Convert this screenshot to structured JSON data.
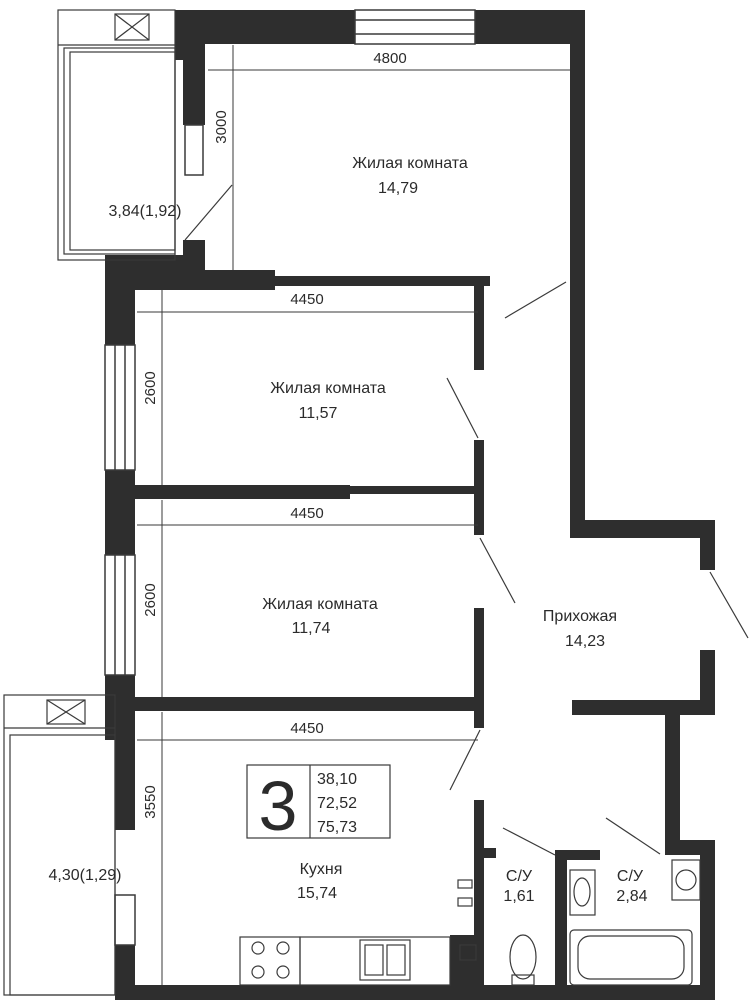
{
  "rooms": {
    "living1": {
      "name": "Жилая комната",
      "area": "14,79"
    },
    "living2": {
      "name": "Жилая комната",
      "area": "11,57"
    },
    "living3": {
      "name": "Жилая комната",
      "area": "11,74"
    },
    "hall": {
      "name": "Прихожая",
      "area": "14,23"
    },
    "kitchen": {
      "name": "Кухня",
      "area": "15,74"
    },
    "bath1": {
      "name": "С/У",
      "area": "1,61"
    },
    "bath2": {
      "name": "С/У",
      "area": "2,84"
    }
  },
  "balconies": {
    "top": "3,84(1,92)",
    "bottom": "4,30(1,29)"
  },
  "dimensions": {
    "top_width": "4800",
    "top_height": "3000",
    "room2_width": "4450",
    "room2_height": "2600",
    "room3_width": "4450",
    "room3_height": "2600",
    "kitchen_width": "4450",
    "kitchen_height": "3550"
  },
  "summary": {
    "room_count": "3",
    "living_area": "38,10",
    "total_area": "72,52",
    "total_area_balcony": "75,73"
  },
  "colors": {
    "wall": "#2e2e2e",
    "line": "#3a3a3a",
    "background": "#ffffff"
  }
}
